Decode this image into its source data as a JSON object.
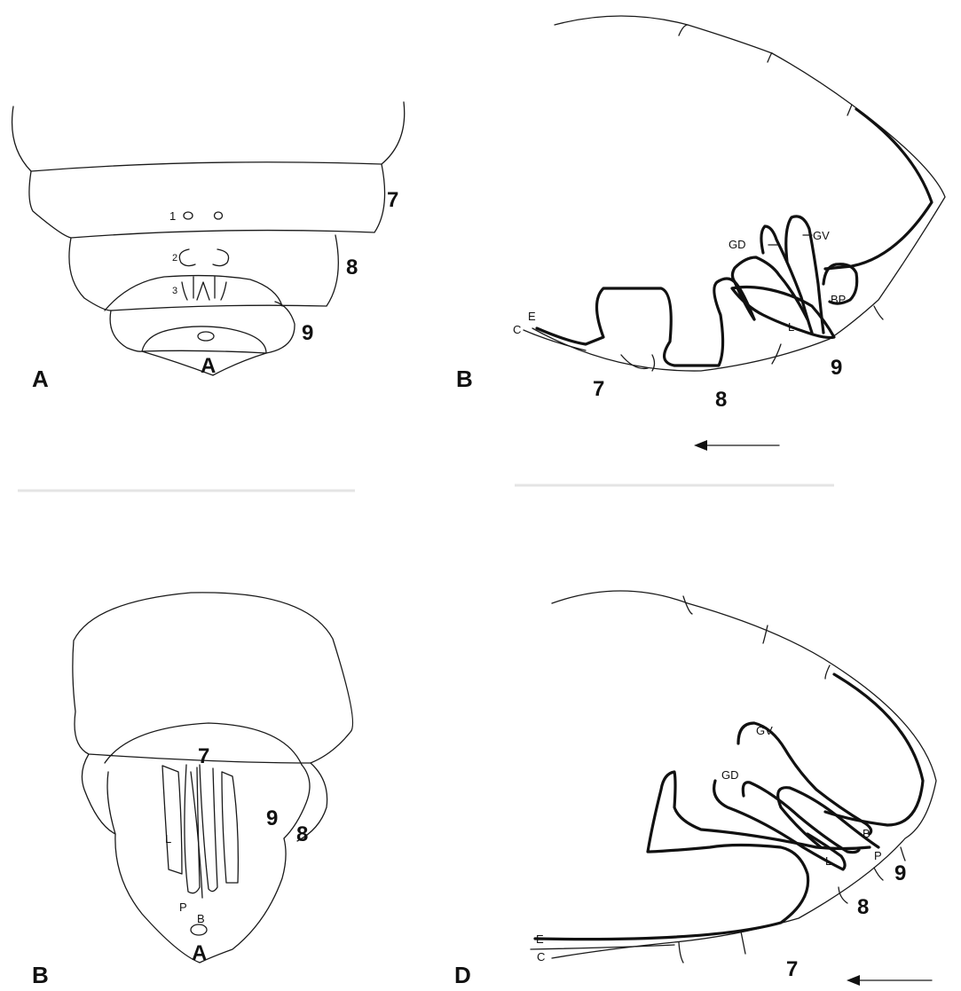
{
  "panels": {
    "top_left": {
      "panel_label": "A",
      "segment_labels": [
        "7",
        "8",
        "9"
      ],
      "structure_labels": {
        "one": "1",
        "two": "2",
        "three": "3",
        "anus": "A"
      }
    },
    "top_right": {
      "panel_label": "B",
      "segment_labels": [
        "7",
        "8",
        "9"
      ],
      "structure_labels": {
        "gd": "GD",
        "gv": "GV",
        "bp": "BP",
        "l": "L",
        "e": "E",
        "c": "C"
      }
    },
    "bottom_left": {
      "panel_label": "B",
      "segment_labels": [
        "7",
        "8",
        "9"
      ],
      "structure_labels": {
        "l": "L",
        "p": "P",
        "b": "B",
        "anus": "A"
      }
    },
    "bottom_right": {
      "panel_label": "D",
      "segment_labels": [
        "7",
        "8",
        "9"
      ],
      "structure_labels": {
        "gv": "GV",
        "gd": "GD",
        "b": "B",
        "p": "P",
        "l": "L",
        "e": "E",
        "c": "C"
      }
    }
  },
  "icons": {
    "direction_arrow": "left-arrow"
  },
  "colors": {
    "ink": "#111111",
    "background": "#ffffff"
  }
}
